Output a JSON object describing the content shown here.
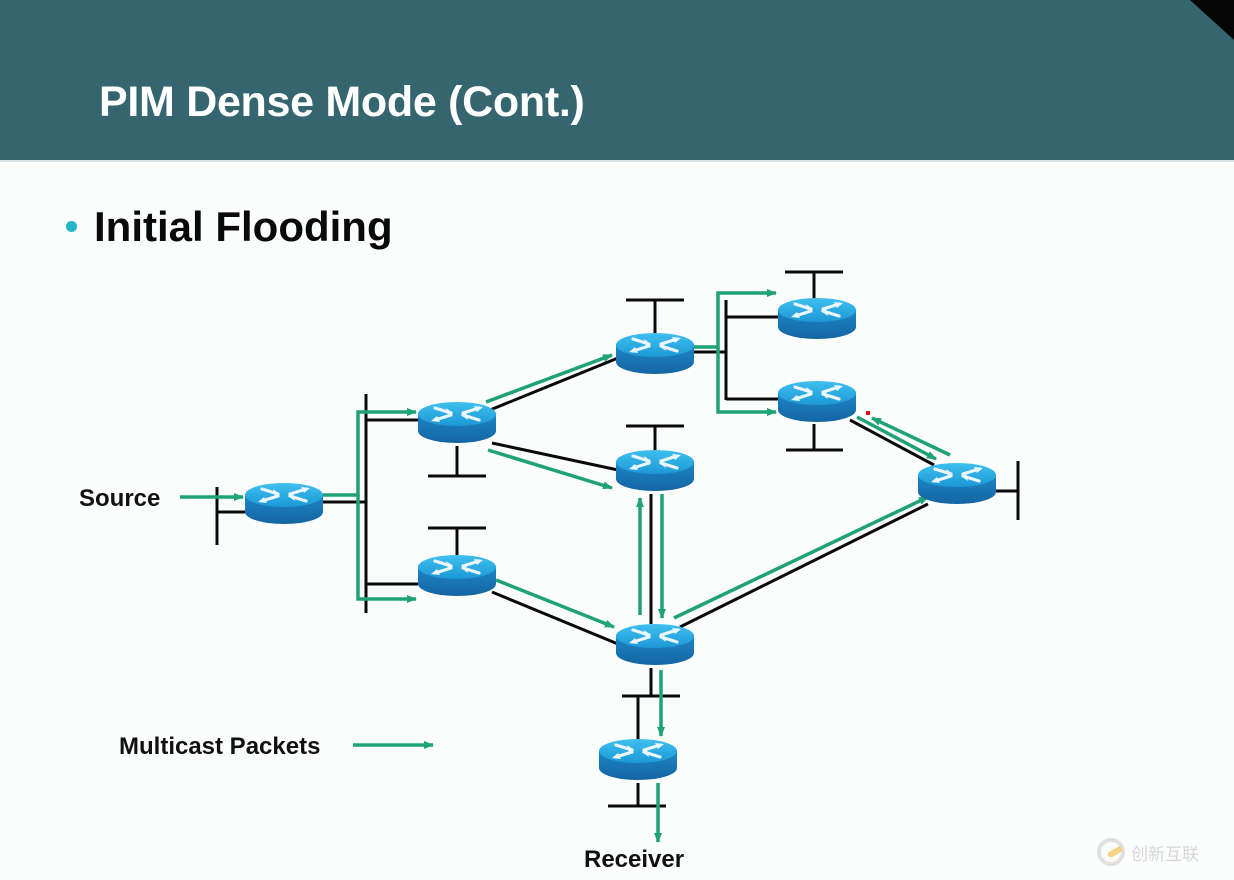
{
  "slide": {
    "title": "PIM Dense Mode (Cont.)",
    "bullet": "Initial Flooding"
  },
  "labels": {
    "source": "Source",
    "receiver": "Receiver",
    "legend": "Multicast Packets"
  },
  "watermark": {
    "text": "创新互联"
  },
  "colors": {
    "header_bg": "#35666f",
    "bullet": "#23b6c4",
    "packet_arrow": "#1fa274",
    "link": "#0a0a0a",
    "router_top": "#29a9e1",
    "router_side": "#1a78b8"
  },
  "diagram": {
    "routers": [
      {
        "id": "source-router",
        "role": "first-hop"
      },
      {
        "id": "router-a",
        "role": "transit"
      },
      {
        "id": "router-b",
        "role": "transit"
      },
      {
        "id": "router-c",
        "role": "transit"
      },
      {
        "id": "router-d",
        "role": "transit"
      },
      {
        "id": "router-e",
        "role": "transit"
      },
      {
        "id": "router-f",
        "role": "last-hop"
      },
      {
        "id": "router-g",
        "role": "leaf"
      },
      {
        "id": "router-h",
        "role": "transit"
      },
      {
        "id": "router-i",
        "role": "transit"
      }
    ],
    "links": [
      {
        "from": "source-router",
        "to": "router-a",
        "flood": true
      },
      {
        "from": "source-router",
        "to": "router-b",
        "flood": true
      },
      {
        "from": "router-a",
        "to": "router-c",
        "flood": true
      },
      {
        "from": "router-a",
        "to": "router-d",
        "flood": true
      },
      {
        "from": "router-b",
        "to": "router-e",
        "flood": true
      },
      {
        "from": "router-c",
        "to": "router-g",
        "flood": true
      },
      {
        "from": "router-c",
        "to": "router-h",
        "flood": true
      },
      {
        "from": "router-d",
        "to": "router-e",
        "flood": true,
        "bidirectional": true
      },
      {
        "from": "router-e",
        "to": "router-i",
        "flood": true
      },
      {
        "from": "router-h",
        "to": "router-i",
        "flood": true,
        "bidirectional": true
      },
      {
        "from": "router-e",
        "to": "router-f",
        "flood": true
      }
    ]
  }
}
